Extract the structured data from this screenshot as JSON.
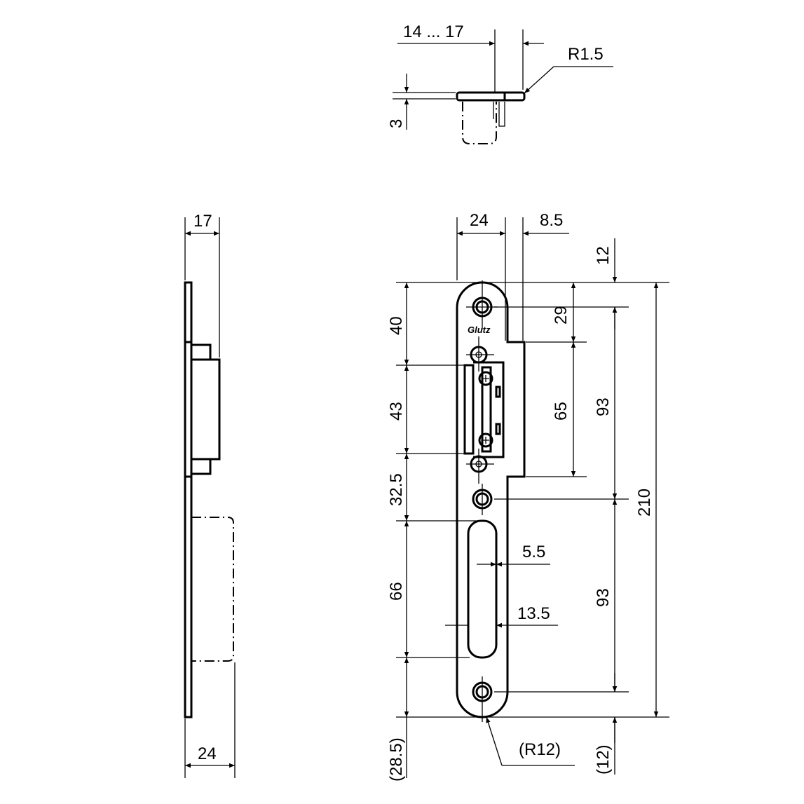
{
  "drawing": {
    "logo": "Glutz",
    "top_view": {
      "width_range": "14 ... 17",
      "radius": "R1.5",
      "thickness": "3"
    },
    "side_view": {
      "depth": "17",
      "width": "24"
    },
    "front_view": {
      "plate_width": "24",
      "offset": "8.5",
      "top_margin": "12",
      "hole_offset": "29",
      "keeper_height": "65",
      "upper_pitch": "93",
      "total_length": "210",
      "lower_pitch": "93",
      "dim_40": "40",
      "dim_43": "43",
      "dim_32_5": "32.5",
      "dim_66": "66",
      "slot_offset": "5.5",
      "slot_width": "13.5",
      "bottom_ref": "(28.5)",
      "bottom_radius": "(R12)",
      "bottom_margin": "(12)"
    }
  }
}
